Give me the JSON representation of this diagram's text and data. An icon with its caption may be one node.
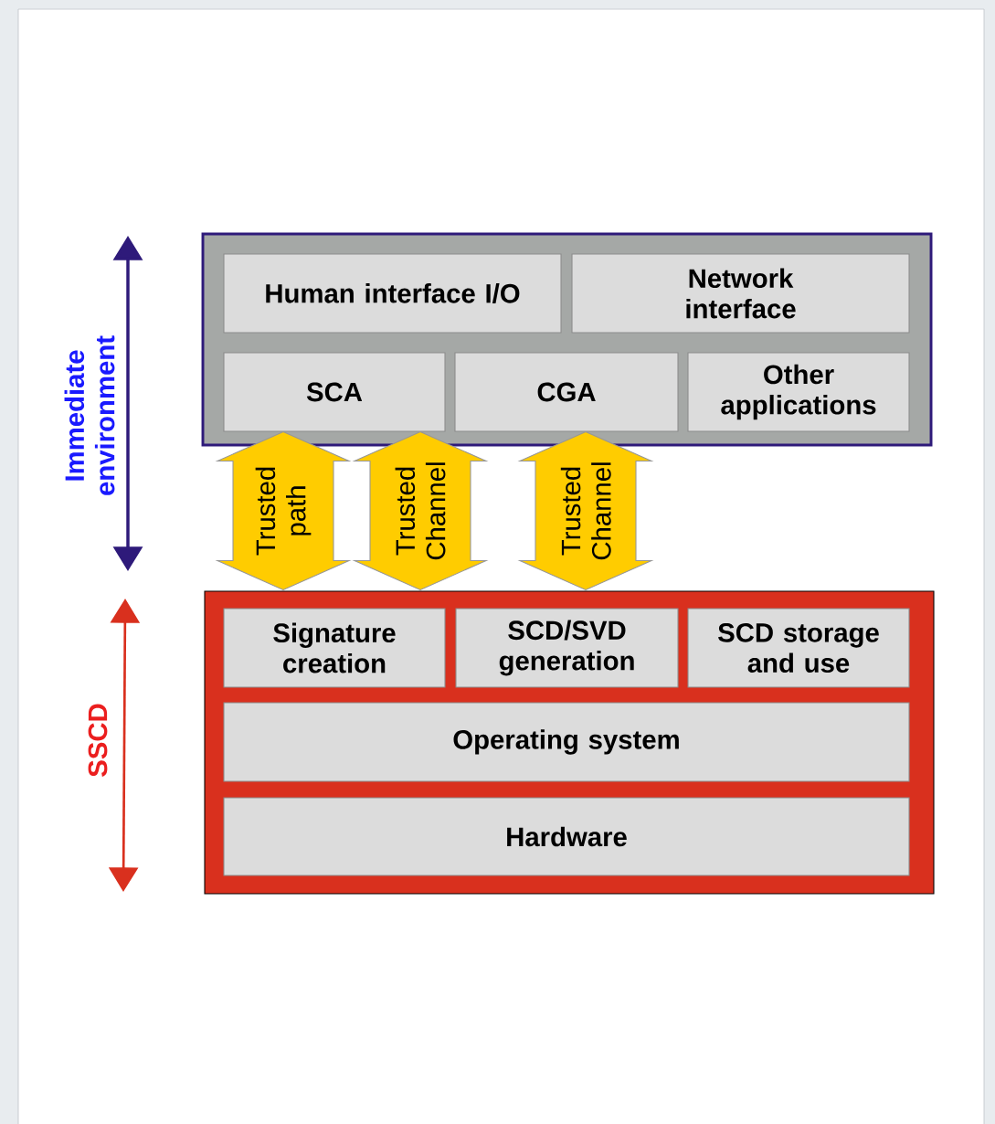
{
  "diagram": {
    "nodes": [
      {
        "text": [],
        "shape": "box"
      },
      {
        "text": [
          "Human interface I/O"
        ],
        "in": 0
      },
      {
        "text": [
          "Network interface"
        ],
        "in": 0
      },
      {
        "text": [
          "SCA"
        ],
        "in": 0
      },
      {
        "text": [
          "CGA"
        ],
        "in": 0
      },
      {
        "text": [
          "Other applications"
        ],
        "in": 0
      },
      {
        "text": [],
        "shape": "box"
      },
      {
        "text": [
          "Signature creation"
        ],
        "in": 6
      },
      {
        "text": [
          "SCD/SVD generation"
        ],
        "in": 6
      },
      {
        "text": [
          "SCD storage and use"
        ],
        "in": 6
      },
      {
        "text": [
          "Operating system"
        ],
        "in": 6
      },
      {
        "text": [
          "Hardware"
        ],
        "in": 6
      }
    ],
    "edges": [
      {
        "from": 3,
        "to": 7,
        "arrow": "both",
        "label": "Trusted path"
      },
      {
        "from": 3,
        "to": 7,
        "arrow": "both",
        "label": "Trusted Channel"
      },
      {
        "from": 4,
        "to": 8,
        "arrow": "both",
        "label": "Trusted Channel"
      }
    ],
    "labels": [
      "Immediate environment",
      "SSCD"
    ]
  }
}
